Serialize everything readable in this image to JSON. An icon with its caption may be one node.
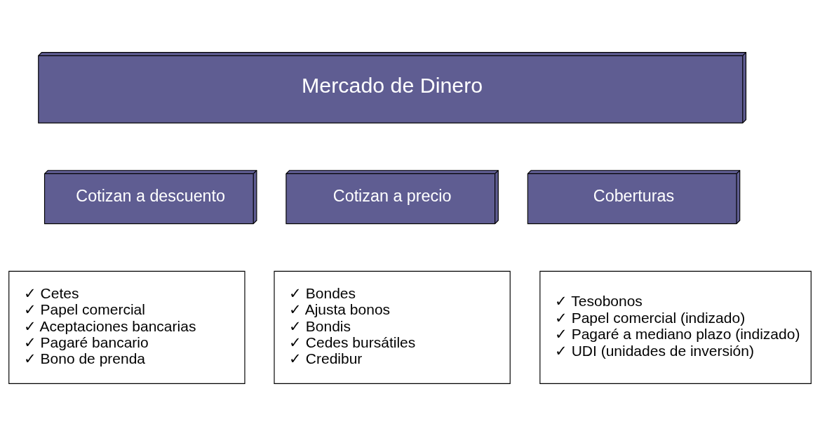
{
  "diagram": {
    "nodes": [
      {
        "text": [
          "Mercado de Dinero"
        ]
      },
      {
        "text": [
          "Cotizan a descuento"
        ]
      },
      {
        "text": [
          "Cotizan a precio"
        ]
      },
      {
        "text": [
          "Coberturas"
        ]
      },
      {
        "text": [
          "✓ Cetes",
          "✓ Papel comercial",
          "✓ Aceptaciones bancarias",
          "✓ Pagaré bancario",
          "✓ Bono de prenda"
        ]
      },
      {
        "text": [
          "✓ Bondes",
          "✓ Ajusta bonos",
          "✓ Bondis",
          "✓ Cedes bursátiles",
          "✓ Credibur"
        ]
      },
      {
        "text": [
          "✓ Tesobonos",
          "✓ Papel comercial (indizado)",
          "✓ Pagaré a mediano plazo (indizado)",
          "✓ UDI (unidades de inversión)"
        ]
      }
    ],
    "edges": []
  }
}
